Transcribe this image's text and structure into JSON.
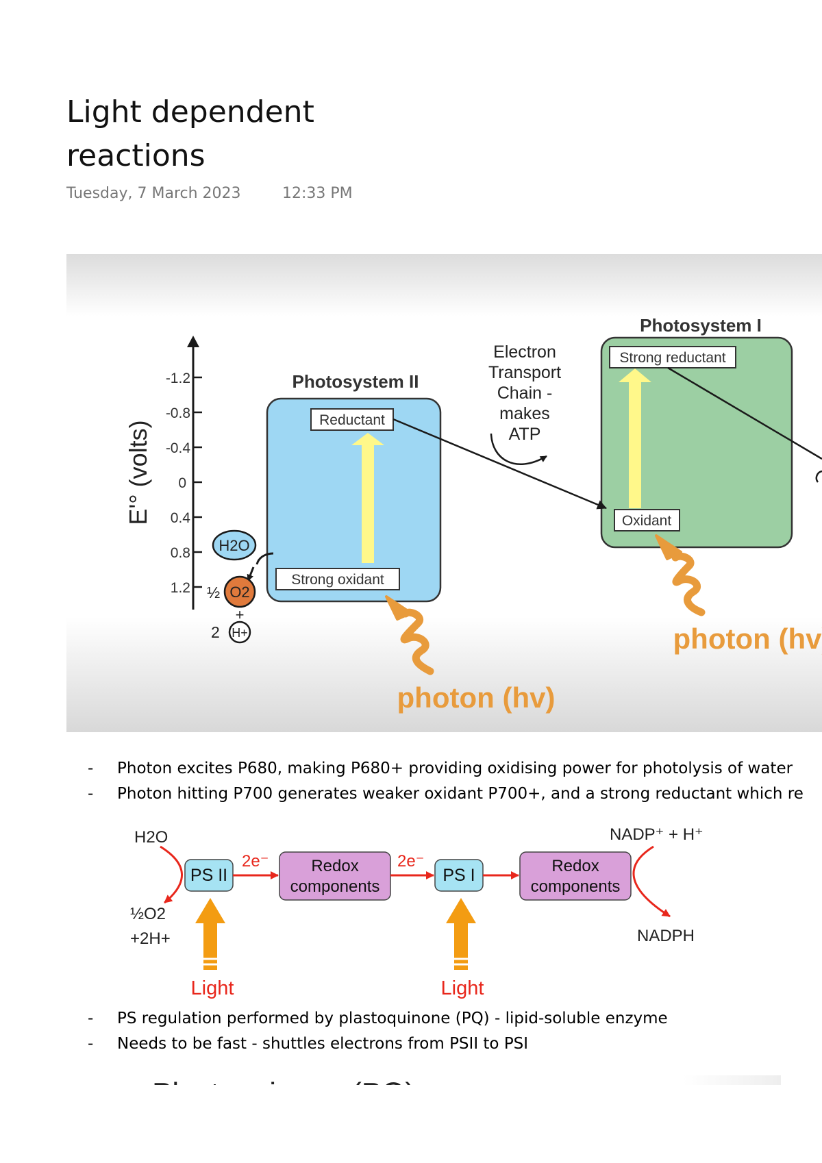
{
  "page": {
    "title_line1": "Light dependent",
    "title_line2": "reactions",
    "date": "Tuesday, 7 March 2023",
    "time": "12:33 PM"
  },
  "figure1": {
    "axis_label": "E'° (volts)",
    "ticks": [
      "-1.2",
      "-0.8",
      "-0.4",
      "0",
      "0.4",
      "0.8",
      "1.2"
    ],
    "ps2_title": "Photosystem II",
    "ps2_reductant": "Reductant",
    "ps2_oxidant": "Strong oxidant",
    "etc_lines": [
      "Electron",
      "Transport",
      "Chain -",
      "makes",
      "ATP"
    ],
    "ps1_title": "Photosystem I",
    "ps1_reductant": "Strong reductant",
    "ps1_oxidant": "Oxidant",
    "photon_label": "photon (hv)",
    "water_h2o": "H2O",
    "water_half": "½",
    "water_o2": "O2",
    "water_plus": "+",
    "water_2": "2",
    "water_h": "H+"
  },
  "bullets1": [
    "Photon excites P680, making P680+ providing oxidising power for photolysis of water",
    "Photon hitting P700 generates weaker oxidant P700+, and a strong reductant which re"
  ],
  "figure2": {
    "h2o": "H2O",
    "half_o2": "½O2",
    "plus_2h": "+2H+",
    "ps2": "PS II",
    "e1": "2e⁻",
    "redox1_line1": "Redox",
    "redox1_line2": "components",
    "e2": "2e⁻",
    "ps1": "PS I",
    "redox2_line1": "Redox",
    "redox2_line2": "components",
    "nadp": "NADP⁺ + H⁺",
    "nadph": "NADPH",
    "light1": "Light",
    "light2": "Light"
  },
  "bullets2": [
    "PS regulation performed by plastoquinone (PQ) - lipid-soluble enzyme",
    "Needs to be fast - shuttles electrons from PSII to PSI"
  ],
  "bullet_marker": "-",
  "cut_heading": "Plastoquinone (PQ)",
  "colors": {
    "ps2_fill": "#9ed7f3",
    "ps1_fill": "#9ccfa3",
    "photon_orange": "#e89b3c",
    "light_red": "#e8271c",
    "redox_fill": "#d9a0d9",
    "ps_box_fill": "#a6e3f3",
    "arrow_yellow": "#fff88a"
  }
}
